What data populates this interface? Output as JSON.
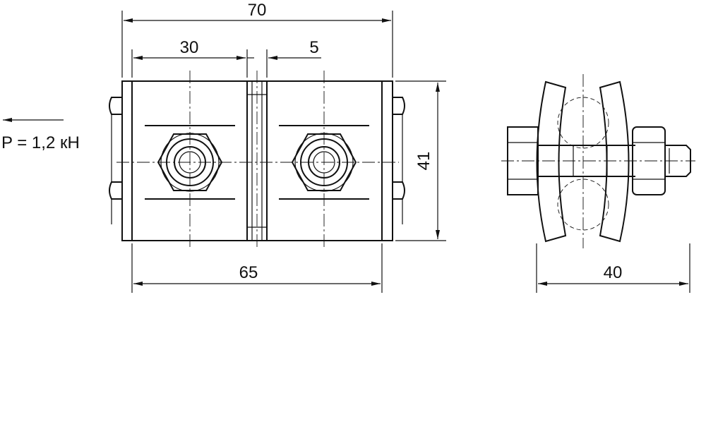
{
  "dimensions": {
    "overall_width": "70",
    "bolt_spacing": "30",
    "gap": "5",
    "body_length": "65",
    "height": "41",
    "side_width": "40"
  },
  "load": {
    "label": "P = 1,2 кН"
  }
}
